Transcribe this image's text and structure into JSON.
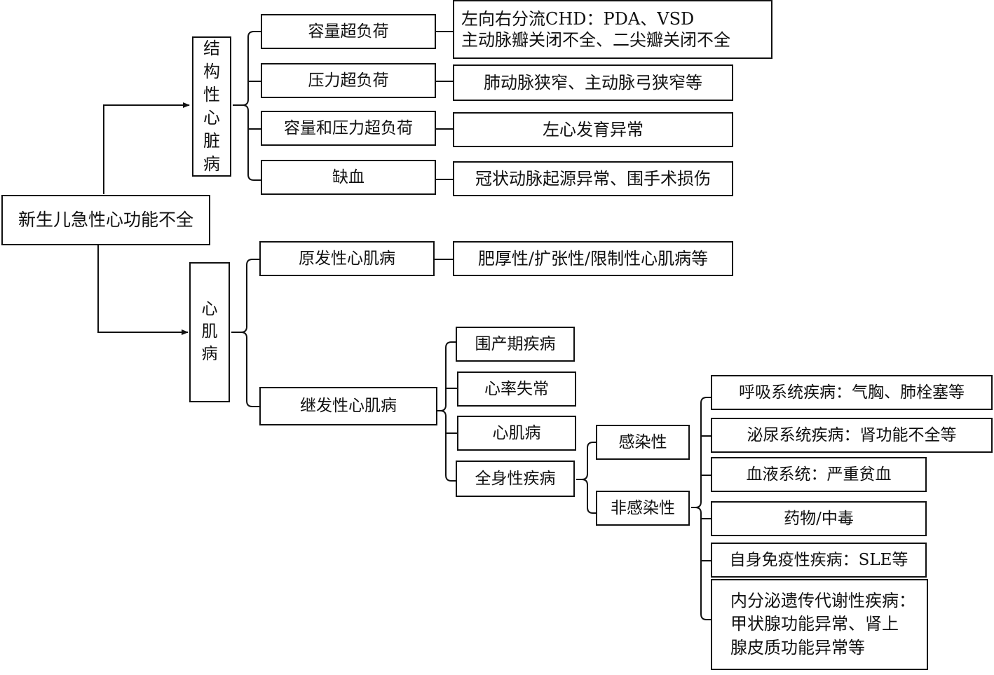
{
  "root": "新生儿急性心功能不全",
  "structural": {
    "title": "结构性心脏病",
    "items": [
      {
        "label": "容量超负荷",
        "detail": [
          "左向右分流CHD：PDA、VSD",
          "主动脉瓣关闭不全、二尖瓣关闭不全"
        ]
      },
      {
        "label": "压力超负荷",
        "detail": [
          "肺动脉狭窄、主动脉弓狭窄等"
        ]
      },
      {
        "label": "容量和压力超负荷",
        "detail": [
          "左心发育异常"
        ]
      },
      {
        "label": "缺血",
        "detail": [
          "冠状动脉起源异常、围手术损伤"
        ]
      }
    ]
  },
  "myocardial": {
    "title": "心肌病",
    "primary": {
      "label": "原发性心肌病",
      "detail": "肥厚性/扩张性/限制性心肌病等"
    },
    "secondary": {
      "label": "继发性心肌病",
      "causes": [
        "围产期疾病",
        "心率失常",
        "心肌病",
        "全身性疾病"
      ],
      "systemic": {
        "infectious": "感染性",
        "noninfectious": "非感染性",
        "noninfectious_items": [
          [
            "呼吸系统疾病：气胸、肺栓塞等"
          ],
          [
            "泌尿系统疾病：肾功能不全等"
          ],
          [
            "血液系统：严重贫血"
          ],
          [
            "药物/中毒"
          ],
          [
            "自身免疫性疾病：SLE等"
          ],
          [
            "内分泌遗传代谢性疾病：",
            "甲状腺功能异常、肾上",
            "腺皮质功能异常等"
          ]
        ]
      }
    }
  }
}
